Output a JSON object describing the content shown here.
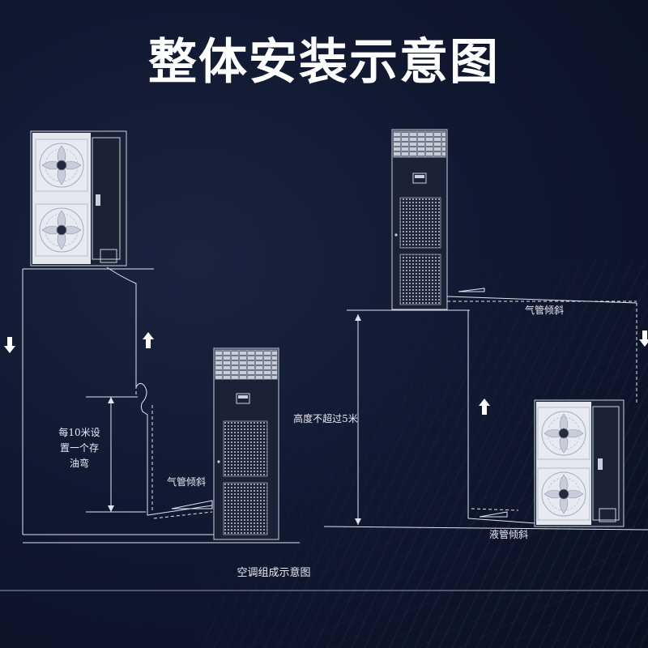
{
  "title": "整体安装示意图",
  "labels": {
    "oil_bend": [
      "每10米设",
      "置一个存",
      "油弯"
    ],
    "gas_slope_left": "气管倾斜",
    "gas_slope_right": "气管倾斜",
    "height_limit": "高度不超过5米",
    "liquid_slope": "液管倾斜"
  },
  "caption": "空调组成示意图",
  "colors": {
    "background": "#0e1628",
    "line": "#dfe5ee",
    "text": "#e8ecf3"
  },
  "icons": {
    "flow_arrow_up": "arrow-up-icon",
    "flow_arrow_down": "arrow-down-icon",
    "fan": "fan-icon"
  }
}
